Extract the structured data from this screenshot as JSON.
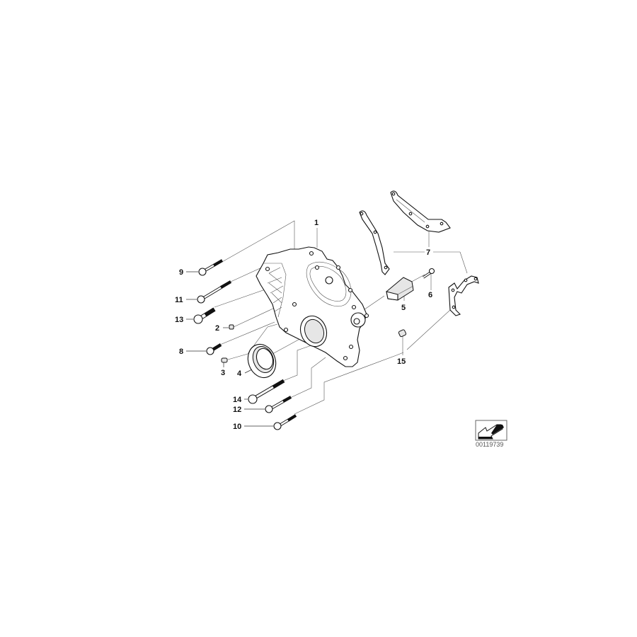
{
  "diagram": {
    "type": "exploded parts diagram",
    "subject": "engine timing case cover assembly",
    "reference_number": "00119739",
    "callouts": [
      {
        "id": "1",
        "part": "timing case cover"
      },
      {
        "id": "2",
        "part": "dowel sleeve (small)"
      },
      {
        "id": "3",
        "part": "dowel pin"
      },
      {
        "id": "4",
        "part": "shaft seal ring"
      },
      {
        "id": "5",
        "part": "rubber mount / damper block"
      },
      {
        "id": "6",
        "part": "bolt (short)"
      },
      {
        "id": "7",
        "part": "gasket set (3 gaskets)"
      },
      {
        "id": "8",
        "part": "bolt (short)"
      },
      {
        "id": "9",
        "part": "bolt (long)"
      },
      {
        "id": "10",
        "part": "bolt"
      },
      {
        "id": "11",
        "part": "bolt (long)"
      },
      {
        "id": "12",
        "part": "bolt"
      },
      {
        "id": "13",
        "part": "bolt (thick)"
      },
      {
        "id": "14",
        "part": "bolt (long, thick)"
      },
      {
        "id": "15",
        "part": "sleeve / dowel bushing"
      }
    ]
  },
  "labels": {
    "l1": "1",
    "l2": "2",
    "l3": "3",
    "l4": "4",
    "l5": "5",
    "l6": "6",
    "l7": "7",
    "l8": "8",
    "l9": "9",
    "l10": "10",
    "l11": "11",
    "l12": "12",
    "l13": "13",
    "l14": "14",
    "l15": "15"
  },
  "badge": {
    "icon": "arrow-direction-icon",
    "code": "00119739"
  }
}
